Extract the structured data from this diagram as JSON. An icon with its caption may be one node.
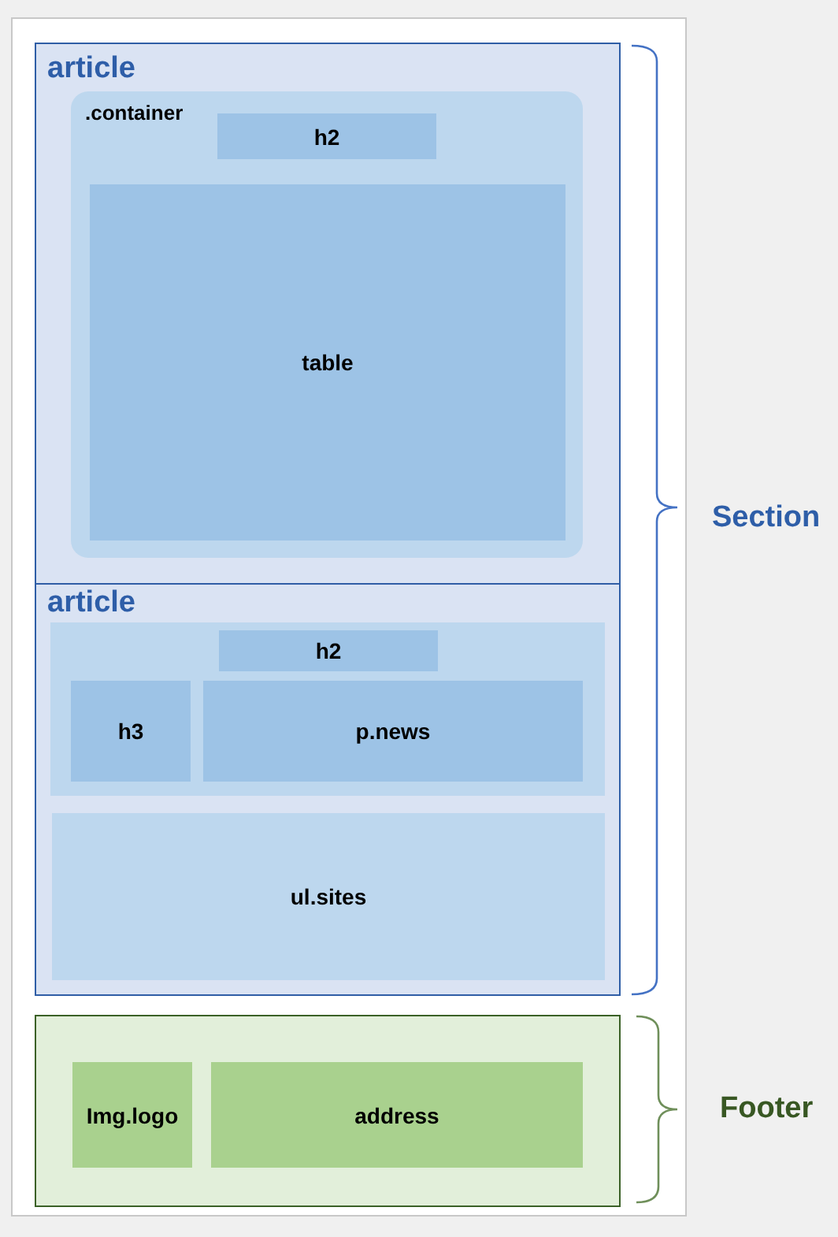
{
  "diagram": {
    "nodes": [
      {
        "text": [
          "Section"
        ]
      },
      {
        "text": [
          "article"
        ],
        "in": 0
      },
      {
        "text": [
          ".container"
        ],
        "in": 1
      },
      {
        "text": [
          "h2"
        ],
        "in": 2
      },
      {
        "text": [
          "table"
        ],
        "in": 2
      },
      {
        "text": [
          "article"
        ],
        "in": 0
      },
      {
        "text": [],
        "shape": "box",
        "in": 5
      },
      {
        "text": [
          "h2"
        ],
        "in": 6
      },
      {
        "text": [
          "h3"
        ],
        "in": 6
      },
      {
        "text": [
          "p.news"
        ],
        "in": 6
      },
      {
        "text": [
          "ul.sites"
        ],
        "in": 5
      },
      {
        "text": [
          "Footer"
        ]
      },
      {
        "text": [
          "Img.logo"
        ],
        "in": 11
      },
      {
        "text": [
          "address"
        ],
        "in": 11
      }
    ]
  }
}
